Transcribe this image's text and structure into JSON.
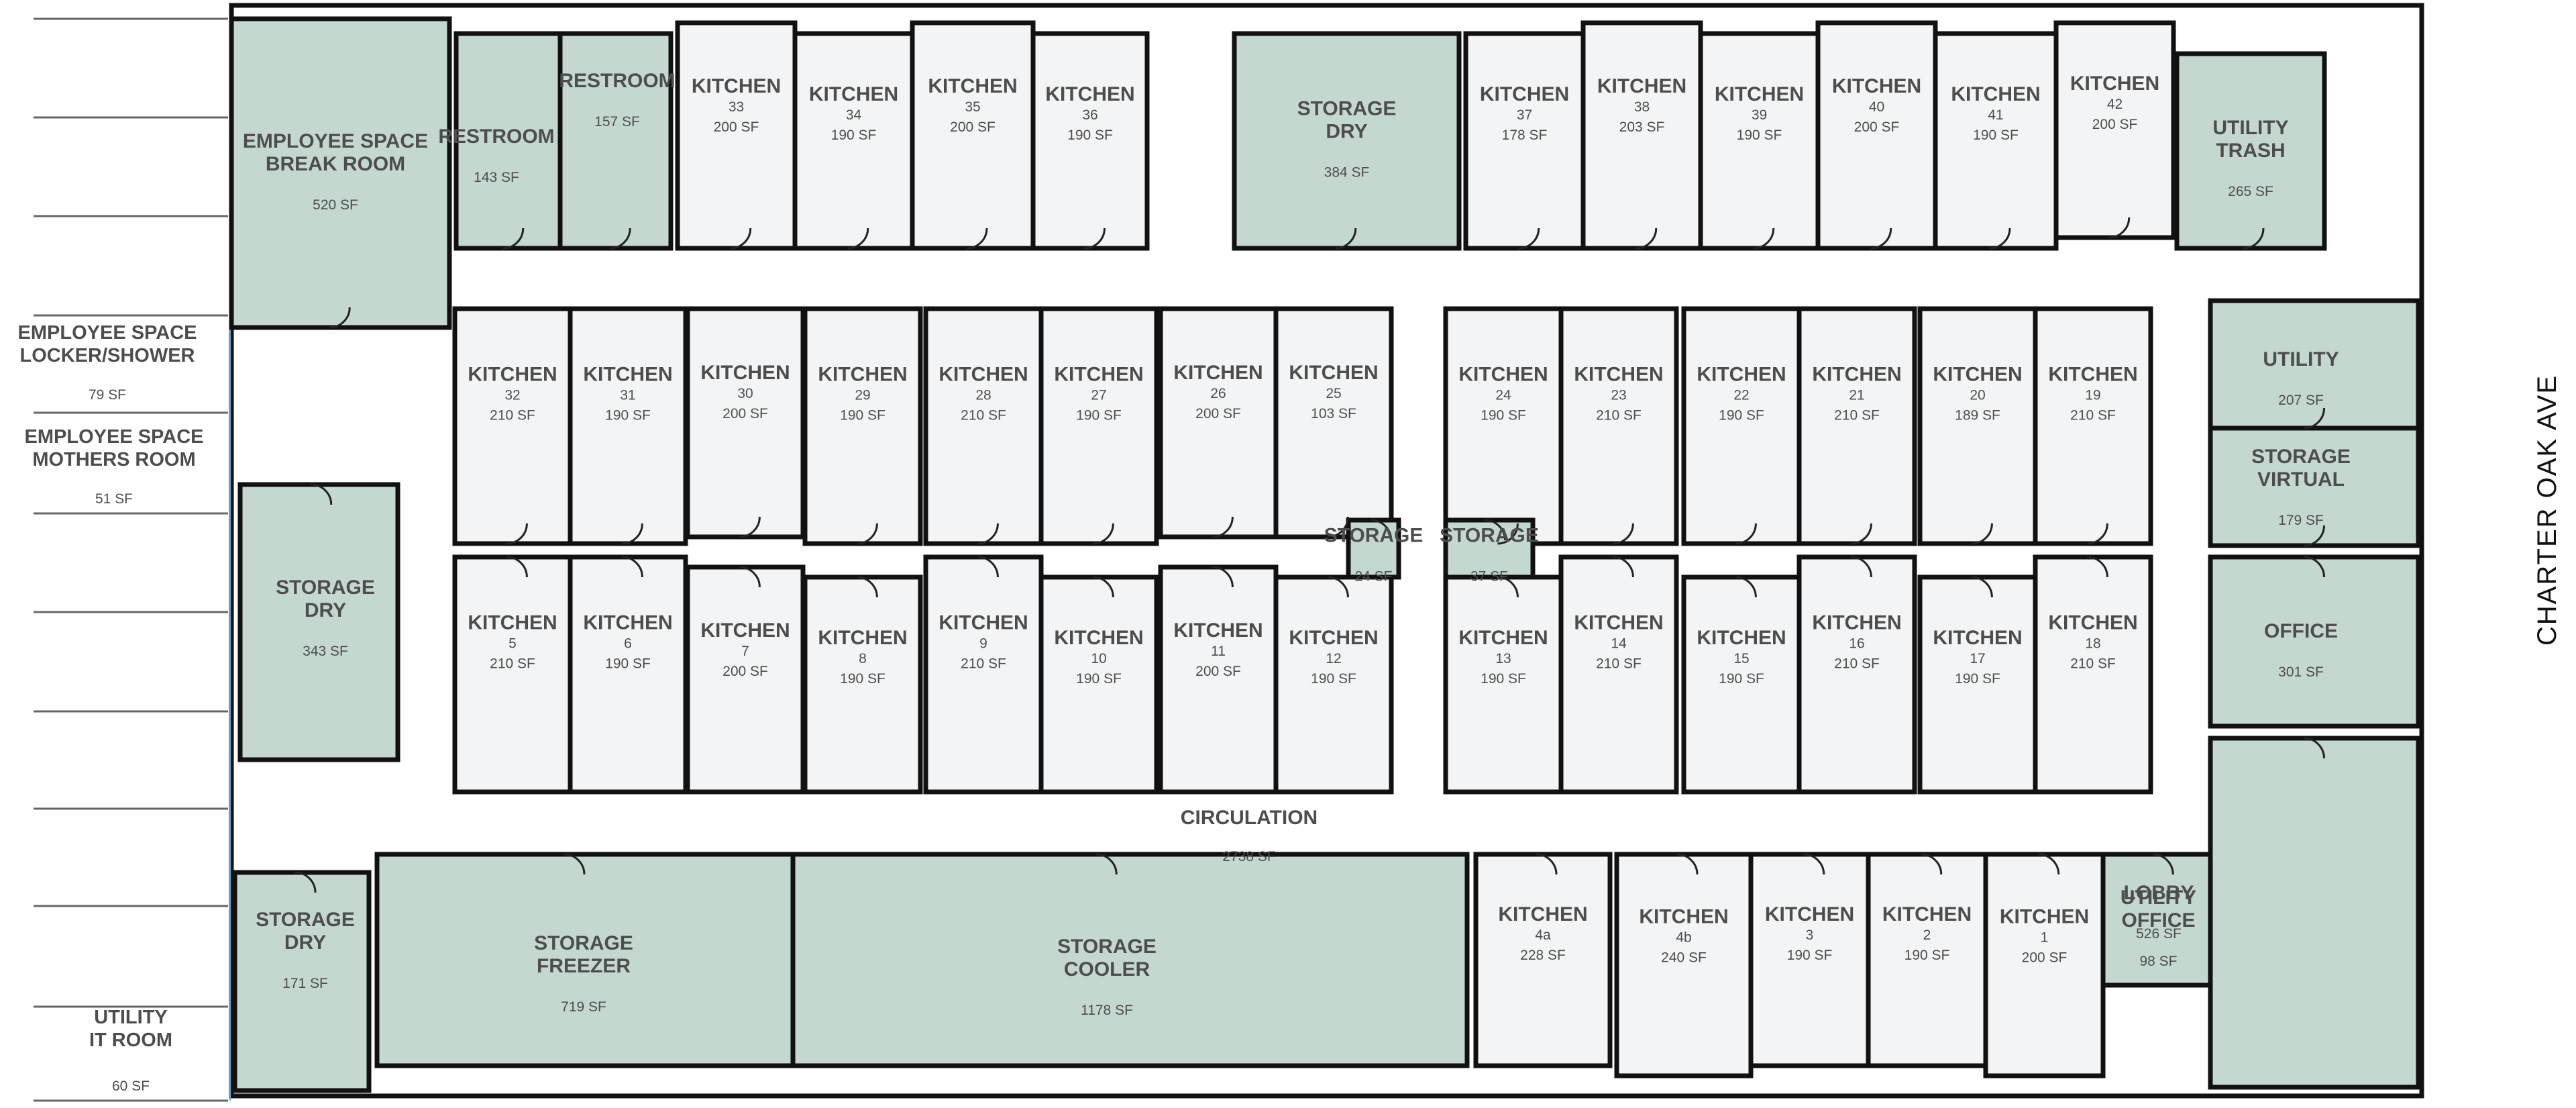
{
  "street_label": "CHARTER OAK AVE",
  "circulation": {
    "name": "CIRCULATION",
    "area": "2738 SF"
  },
  "rooms": [
    {
      "name": [
        "EMPLOYEE SPACE",
        "BREAK ROOM"
      ],
      "area": "520 SF",
      "kind": "support"
    },
    {
      "name": [
        "RESTROOM"
      ],
      "area": "143 SF",
      "kind": "support"
    },
    {
      "name": [
        "RESTROOM"
      ],
      "area": "157 SF",
      "kind": "support"
    },
    {
      "name": [
        "KITCHEN",
        "33"
      ],
      "area": "200 SF",
      "kind": "kitchen"
    },
    {
      "name": [
        "KITCHEN",
        "34"
      ],
      "area": "190 SF",
      "kind": "kitchen"
    },
    {
      "name": [
        "KITCHEN",
        "35"
      ],
      "area": "200 SF",
      "kind": "kitchen"
    },
    {
      "name": [
        "KITCHEN",
        "36"
      ],
      "area": "190 SF",
      "kind": "kitchen"
    },
    {
      "name": [
        "STORAGE",
        "DRY"
      ],
      "area": "384 SF",
      "kind": "support"
    },
    {
      "name": [
        "KITCHEN",
        "37"
      ],
      "area": "178 SF",
      "kind": "kitchen"
    },
    {
      "name": [
        "KITCHEN",
        "38"
      ],
      "area": "203 SF",
      "kind": "kitchen"
    },
    {
      "name": [
        "KITCHEN",
        "39"
      ],
      "area": "190 SF",
      "kind": "kitchen"
    },
    {
      "name": [
        "KITCHEN",
        "40"
      ],
      "area": "200 SF",
      "kind": "kitchen"
    },
    {
      "name": [
        "KITCHEN",
        "41"
      ],
      "area": "190 SF",
      "kind": "kitchen"
    },
    {
      "name": [
        "KITCHEN",
        "42"
      ],
      "area": "200 SF",
      "kind": "kitchen"
    },
    {
      "name": [
        "UTILITY",
        "TRASH"
      ],
      "area": "265 SF",
      "kind": "support"
    },
    {
      "name": [
        "KITCHEN",
        "32"
      ],
      "area": "210 SF",
      "kind": "kitchen"
    },
    {
      "name": [
        "KITCHEN",
        "31"
      ],
      "area": "190 SF",
      "kind": "kitchen"
    },
    {
      "name": [
        "KITCHEN",
        "30"
      ],
      "area": "200 SF",
      "kind": "kitchen"
    },
    {
      "name": [
        "KITCHEN",
        "29"
      ],
      "area": "190 SF",
      "kind": "kitchen"
    },
    {
      "name": [
        "KITCHEN",
        "28"
      ],
      "area": "210 SF",
      "kind": "kitchen"
    },
    {
      "name": [
        "KITCHEN",
        "27"
      ],
      "area": "190 SF",
      "kind": "kitchen"
    },
    {
      "name": [
        "KITCHEN",
        "26"
      ],
      "area": "200 SF",
      "kind": "kitchen"
    },
    {
      "name": [
        "KITCHEN",
        "25"
      ],
      "area": "103 SF",
      "kind": "kitchen"
    },
    {
      "name": [
        "KITCHEN",
        "24"
      ],
      "area": "190 SF",
      "kind": "kitchen"
    },
    {
      "name": [
        "KITCHEN",
        "23"
      ],
      "area": "210 SF",
      "kind": "kitchen"
    },
    {
      "name": [
        "KITCHEN",
        "22"
      ],
      "area": "190 SF",
      "kind": "kitchen"
    },
    {
      "name": [
        "KITCHEN",
        "21"
      ],
      "area": "210 SF",
      "kind": "kitchen"
    },
    {
      "name": [
        "KITCHEN",
        "20"
      ],
      "area": "189 SF",
      "kind": "kitchen"
    },
    {
      "name": [
        "KITCHEN",
        "19"
      ],
      "area": "210 SF",
      "kind": "kitchen"
    },
    {
      "name": [
        "STORAGE"
      ],
      "area": "24 SF",
      "kind": "support"
    },
    {
      "name": [
        "STORAGE"
      ],
      "area": "37 SF",
      "kind": "support"
    },
    {
      "name": [
        "KITCHEN",
        "5"
      ],
      "area": "210 SF",
      "kind": "kitchen"
    },
    {
      "name": [
        "KITCHEN",
        "6"
      ],
      "area": "190 SF",
      "kind": "kitchen"
    },
    {
      "name": [
        "KITCHEN",
        "7"
      ],
      "area": "200 SF",
      "kind": "kitchen"
    },
    {
      "name": [
        "KITCHEN",
        "8"
      ],
      "area": "190 SF",
      "kind": "kitchen"
    },
    {
      "name": [
        "KITCHEN",
        "9"
      ],
      "area": "210 SF",
      "kind": "kitchen"
    },
    {
      "name": [
        "KITCHEN",
        "10"
      ],
      "area": "190 SF",
      "kind": "kitchen"
    },
    {
      "name": [
        "KITCHEN",
        "11"
      ],
      "area": "200 SF",
      "kind": "kitchen"
    },
    {
      "name": [
        "KITCHEN",
        "12"
      ],
      "area": "190 SF",
      "kind": "kitchen"
    },
    {
      "name": [
        "KITCHEN",
        "13"
      ],
      "area": "190 SF",
      "kind": "kitchen"
    },
    {
      "name": [
        "KITCHEN",
        "14"
      ],
      "area": "210 SF",
      "kind": "kitchen"
    },
    {
      "name": [
        "KITCHEN",
        "15"
      ],
      "area": "190 SF",
      "kind": "kitchen"
    },
    {
      "name": [
        "KITCHEN",
        "16"
      ],
      "area": "210 SF",
      "kind": "kitchen"
    },
    {
      "name": [
        "KITCHEN",
        "17"
      ],
      "area": "190 SF",
      "kind": "kitchen"
    },
    {
      "name": [
        "KITCHEN",
        "18"
      ],
      "area": "210 SF",
      "kind": "kitchen"
    },
    {
      "name": [
        "UTILITY"
      ],
      "area": "207 SF",
      "kind": "support"
    },
    {
      "name": [
        "STORAGE",
        "VIRTUAL"
      ],
      "area": "179 SF",
      "kind": "support"
    },
    {
      "name": [
        "OFFICE"
      ],
      "area": "301 SF",
      "kind": "support"
    },
    {
      "name": [
        "STORAGE",
        "DRY"
      ],
      "area": "343 SF",
      "kind": "support"
    },
    {
      "name": [
        "STORAGE",
        "DRY"
      ],
      "area": "171 SF",
      "kind": "support"
    },
    {
      "name": [
        "STORAGE",
        "FREEZER"
      ],
      "area": "719 SF",
      "kind": "support"
    },
    {
      "name": [
        "STORAGE",
        "COOLER"
      ],
      "area": "1178 SF",
      "kind": "support"
    },
    {
      "name": [
        "KITCHEN",
        "4a"
      ],
      "area": "228 SF",
      "kind": "kitchen"
    },
    {
      "name": [
        "KITCHEN",
        "4b"
      ],
      "area": "240 SF",
      "kind": "kitchen"
    },
    {
      "name": [
        "KITCHEN",
        "3"
      ],
      "area": "190 SF",
      "kind": "kitchen"
    },
    {
      "name": [
        "KITCHEN",
        "2"
      ],
      "area": "190 SF",
      "kind": "kitchen"
    },
    {
      "name": [
        "KITCHEN",
        "1"
      ],
      "area": "200 SF",
      "kind": "kitchen"
    },
    {
      "name": [
        "UTILITY",
        "OFFICE"
      ],
      "area": "98 SF",
      "kind": "support"
    },
    {
      "name": [
        "LOBBY"
      ],
      "area": "526 SF",
      "kind": "support"
    }
  ],
  "side_labels": [
    {
      "name": [
        "EMPLOYEE SPACE",
        "LOCKER/SHOWER"
      ],
      "area": "79 SF"
    },
    {
      "name": [
        "EMPLOYEE SPACE",
        "MOTHERS ROOM"
      ],
      "area": "51 SF"
    },
    {
      "name": [
        "UTILITY",
        "IT ROOM"
      ],
      "area": "60 SF"
    }
  ]
}
